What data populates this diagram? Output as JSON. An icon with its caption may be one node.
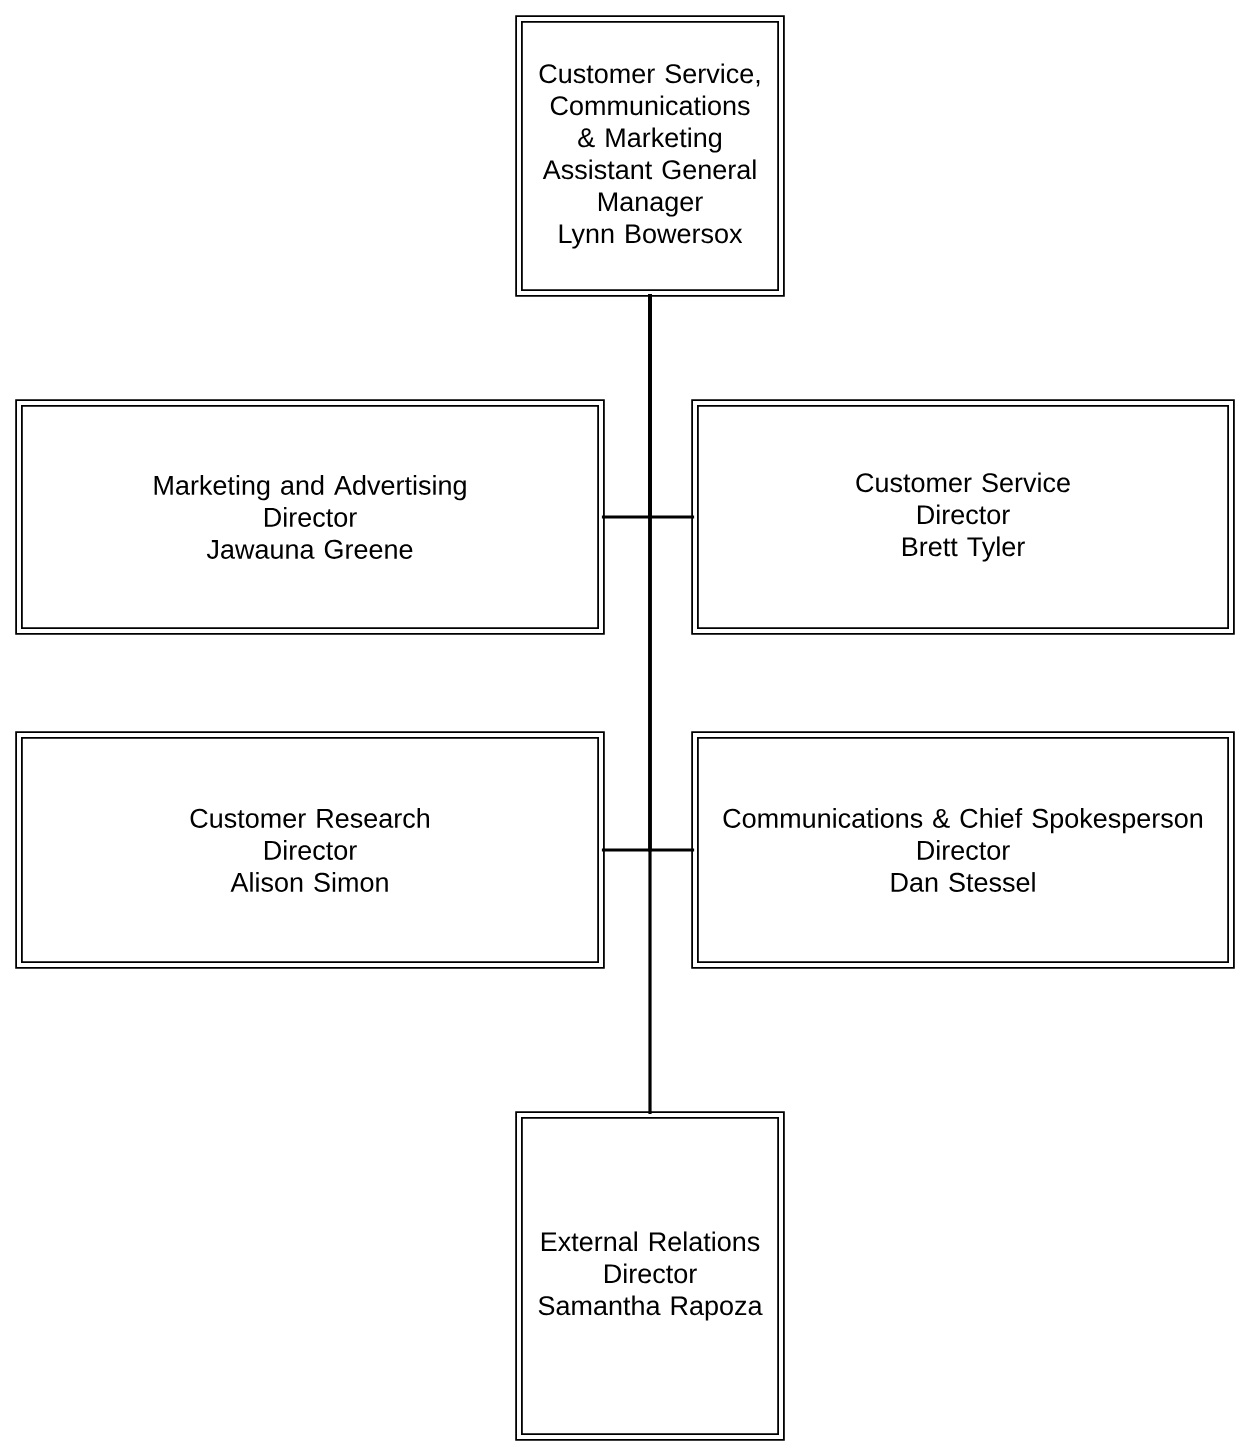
{
  "diagram": {
    "nodes": [
      {
        "text": [
          "Customer Service, Communications & Marketing",
          "Assistant General Manager",
          "Lynn Bowersox"
        ]
      },
      {
        "text": [
          "Marketing and Advertising",
          "Director",
          "Jawauna Greene"
        ]
      },
      {
        "text": [
          "Customer Service",
          "Director",
          "Brett Tyler"
        ]
      },
      {
        "text": [
          "Customer Research",
          "Director",
          "Alison Simon"
        ]
      },
      {
        "text": [
          "Communications & Chief Spokesperson",
          "Director",
          "Dan Stessel"
        ]
      },
      {
        "text": [
          "External Relations",
          "Director",
          "Samantha Rapoza"
        ]
      }
    ],
    "edges": [
      {
        "from": 0,
        "to": 1,
        "arrow": "none"
      },
      {
        "from": 0,
        "to": 2,
        "arrow": "none"
      },
      {
        "from": 0,
        "to": 3,
        "arrow": "none"
      },
      {
        "from": 0,
        "to": 4,
        "arrow": "none"
      },
      {
        "from": 0,
        "to": 5,
        "arrow": "none"
      }
    ]
  }
}
